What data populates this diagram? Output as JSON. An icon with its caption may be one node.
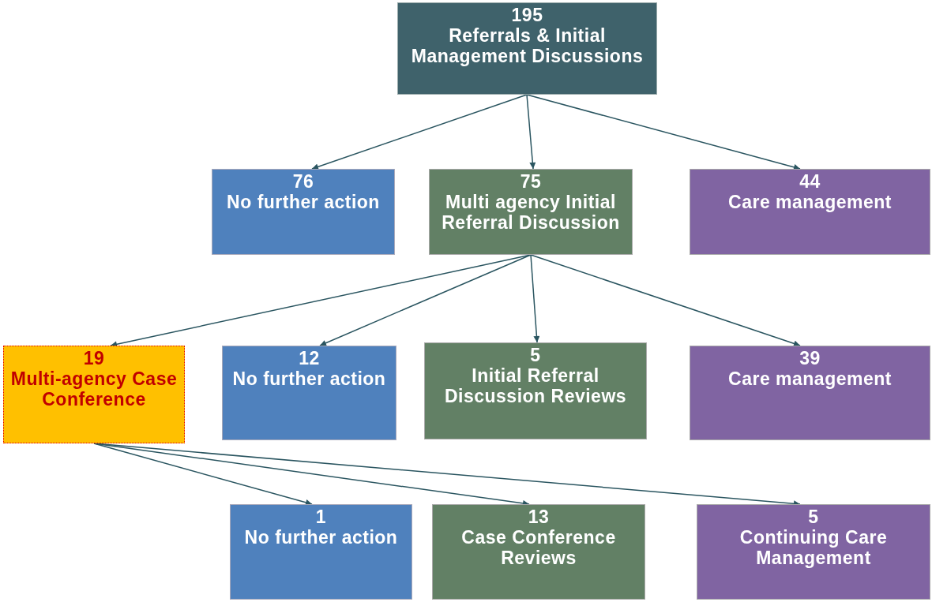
{
  "diagram": {
    "nodes": [
      {
        "text": [
          "195",
          "Referrals & Initial Management Discussions"
        ]
      },
      {
        "text": [
          "76",
          "No further action"
        ]
      },
      {
        "text": [
          "75",
          "Multi agency Initial Referral Discussion"
        ]
      },
      {
        "text": [
          "44",
          "Care management"
        ]
      },
      {
        "text": [
          "19",
          "Multi-agency Case Conference"
        ]
      },
      {
        "text": [
          "12",
          "No further action"
        ]
      },
      {
        "text": [
          "5",
          "Initial Referral Discussion Reviews"
        ]
      },
      {
        "text": [
          "39",
          "Care management"
        ]
      },
      {
        "text": [
          "1",
          "No further action"
        ]
      },
      {
        "text": [
          "13",
          "Case Conference Reviews"
        ]
      },
      {
        "text": [
          "5",
          "Continuing Care Management"
        ]
      }
    ],
    "edges": [
      {
        "from": 0,
        "to": 1,
        "arrow": "to"
      },
      {
        "from": 0,
        "to": 2,
        "arrow": "to"
      },
      {
        "from": 0,
        "to": 3,
        "arrow": "to"
      },
      {
        "from": 2,
        "to": 4,
        "arrow": "to"
      },
      {
        "from": 2,
        "to": 5,
        "arrow": "to"
      },
      {
        "from": 2,
        "to": 6,
        "arrow": "to"
      },
      {
        "from": 2,
        "to": 7,
        "arrow": "to"
      },
      {
        "from": 4,
        "to": 8,
        "arrow": "to"
      },
      {
        "from": 4,
        "to": 9,
        "arrow": "to"
      },
      {
        "from": 4,
        "to": 10,
        "arrow": "to"
      }
    ]
  }
}
